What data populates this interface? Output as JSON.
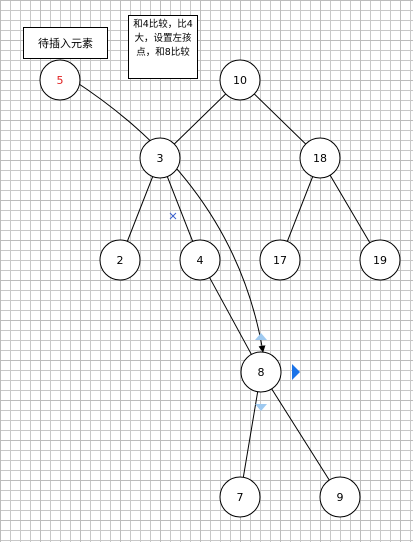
{
  "notes": {
    "insert_label": "待插入元素",
    "compare_note": "和4比较，比4大，设置左孩点，和8比较"
  },
  "colors": {
    "node_stroke": "#000000",
    "node_text": "#000000",
    "insert_node_text": "#e02020",
    "edge": "#000000",
    "selection_marker": "#1a73e8",
    "handle_marker": "#9ec9f0"
  },
  "nodes": [
    {
      "id": "n5",
      "label": "5",
      "highlight": true
    },
    {
      "id": "n10",
      "label": "10"
    },
    {
      "id": "n3",
      "label": "3"
    },
    {
      "id": "n18",
      "label": "18"
    },
    {
      "id": "n2",
      "label": "2"
    },
    {
      "id": "n4",
      "label": "4"
    },
    {
      "id": "n17",
      "label": "17"
    },
    {
      "id": "n19",
      "label": "19"
    },
    {
      "id": "n8",
      "label": "8"
    },
    {
      "id": "n7",
      "label": "7"
    },
    {
      "id": "n9",
      "label": "9"
    }
  ],
  "edges": [
    {
      "from": "n10",
      "to": "n3"
    },
    {
      "from": "n10",
      "to": "n18"
    },
    {
      "from": "n3",
      "to": "n2"
    },
    {
      "from": "n3",
      "to": "n4"
    },
    {
      "from": "n18",
      "to": "n17"
    },
    {
      "from": "n18",
      "to": "n19"
    },
    {
      "from": "n4",
      "to": "n8"
    },
    {
      "from": "n8",
      "to": "n7"
    },
    {
      "from": "n8",
      "to": "n9"
    }
  ],
  "insert_path": {
    "from": "n5",
    "to": "n8",
    "label": "insert-path-arrow"
  }
}
